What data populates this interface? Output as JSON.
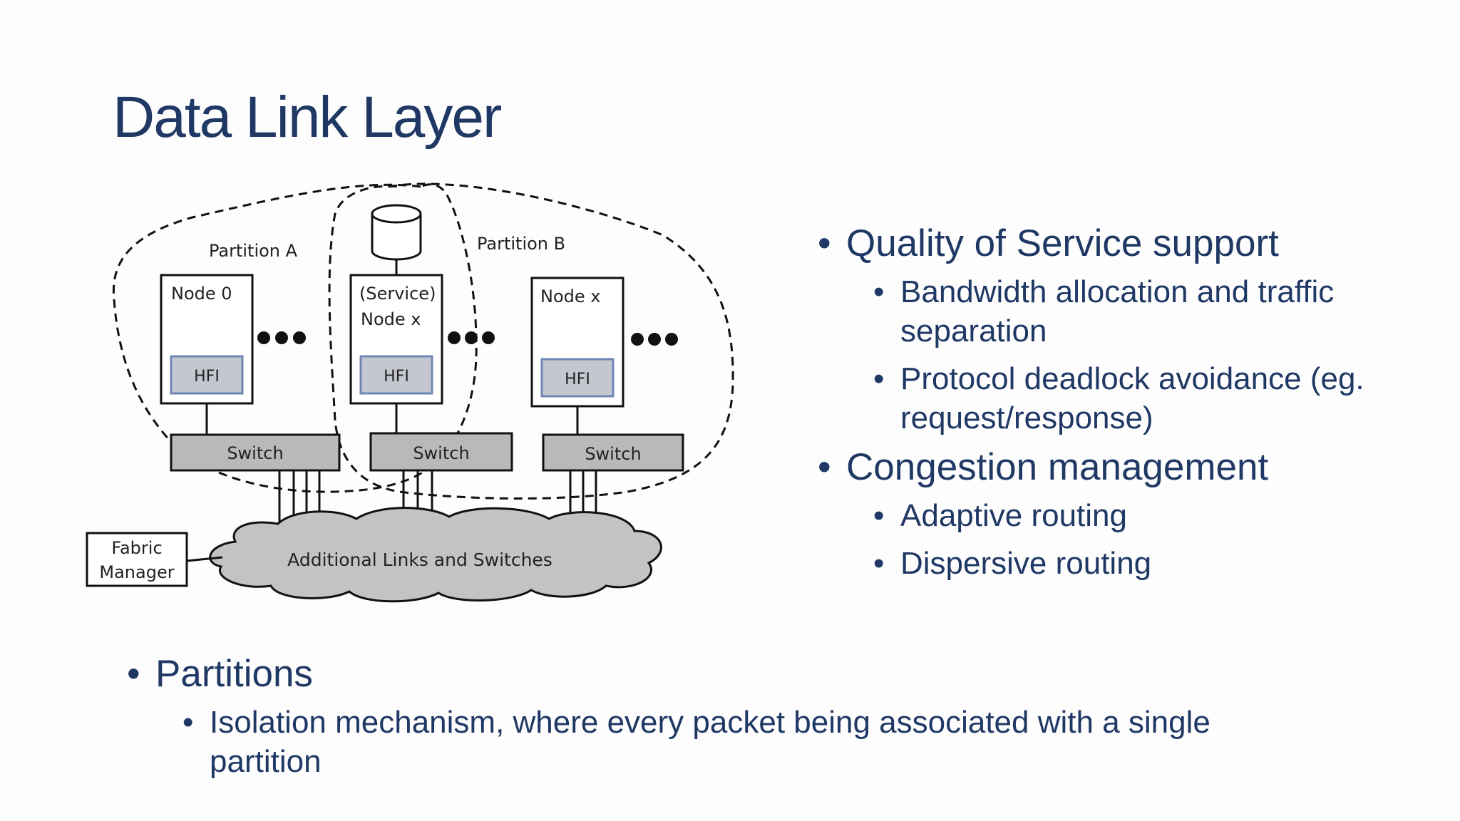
{
  "slide": {
    "title": "Data Link Layer"
  },
  "diagram": {
    "partition_a_label": "Partition A",
    "partition_b_label": "Partition B",
    "nodes": [
      {
        "line1": "Node 0",
        "line2": "",
        "hfi": "HFI"
      },
      {
        "line1": "(Service)",
        "line2": "Node x",
        "hfi": "HFI"
      },
      {
        "line1": "Node x",
        "line2": "",
        "hfi": "HFI"
      }
    ],
    "switch_label": "Switch",
    "cloud_label": "Additional Links and Switches",
    "fabric_manager_line1": "Fabric",
    "fabric_manager_line2": "Manager"
  },
  "right_bullets": [
    {
      "text": "Quality of Service support",
      "children": [
        "Bandwidth allocation and traffic separation",
        "Protocol deadlock avoidance (eg. request/response)"
      ]
    },
    {
      "text": "Congestion management",
      "children": [
        "Adaptive routing",
        "Dispersive routing"
      ]
    }
  ],
  "bottom_bullets": [
    {
      "text": "Partitions",
      "children": [
        "Isolation mechanism, where every packet being associated with a single partition"
      ]
    }
  ],
  "colors": {
    "title": "#1f3864",
    "hfi_fill": "#c4c7cf",
    "hfi_stroke": "#6f86b5",
    "switch_fill": "#b9b9bb",
    "cloud_fill": "#c3c3c6"
  }
}
